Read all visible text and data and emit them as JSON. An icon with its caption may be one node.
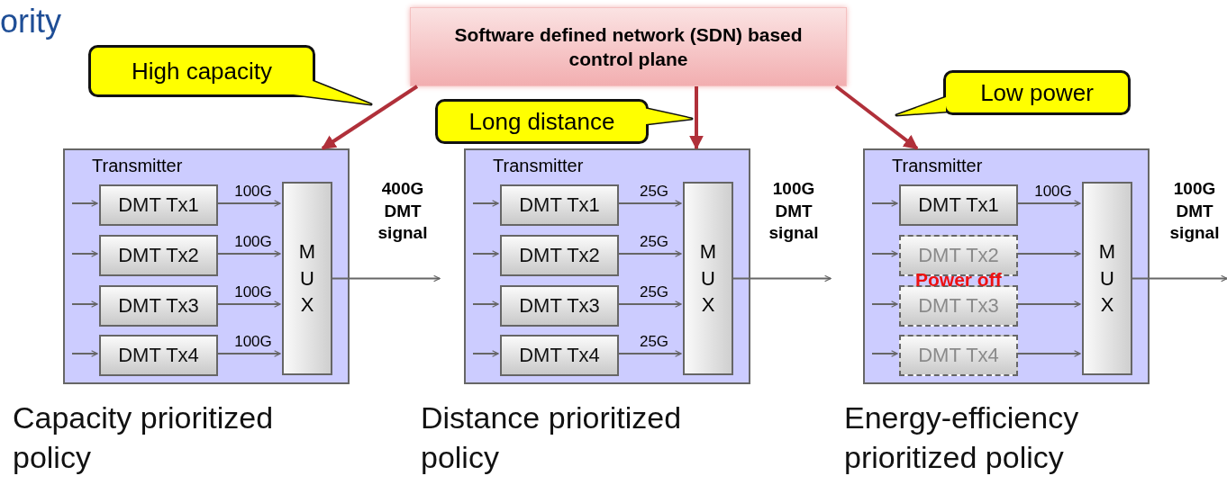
{
  "diagram": {
    "title": "ority",
    "nodes": [
      {
        "text": [
          "Software defined network (SDN) based control plane"
        ]
      },
      {
        "text": [
          "High capacity"
        ]
      },
      {
        "text": [
          "Long distance"
        ]
      },
      {
        "text": [
          "Low power"
        ]
      },
      {
        "text": [
          "Transmitter"
        ],
        "beside": [
          "Capacity prioritized policy"
        ]
      },
      {
        "text": [
          "DMT Tx1"
        ],
        "in": 4
      },
      {
        "text": [
          "DMT Tx2"
        ],
        "in": 4
      },
      {
        "text": [
          "DMT Tx3"
        ],
        "in": 4
      },
      {
        "text": [
          "DMT Tx4"
        ],
        "in": 4
      },
      {
        "text": [
          "M U X"
        ],
        "in": 4
      },
      {
        "text": [
          "400G DMT signal"
        ]
      },
      {
        "text": [
          "Transmitter"
        ],
        "beside": [
          "Distance prioritized policy"
        ]
      },
      {
        "text": [
          "DMT Tx1"
        ],
        "in": 11
      },
      {
        "text": [
          "DMT Tx2"
        ],
        "in": 11
      },
      {
        "text": [
          "DMT Tx3"
        ],
        "in": 11
      },
      {
        "text": [
          "DMT Tx4"
        ],
        "in": 11
      },
      {
        "text": [
          "M U X"
        ],
        "in": 11
      },
      {
        "text": [
          "100G DMT signal"
        ]
      },
      {
        "text": [
          "Transmitter"
        ],
        "beside": [
          "Energy-efficiency prioritized policy"
        ]
      },
      {
        "text": [
          "DMT Tx1"
        ],
        "in": 18
      },
      {
        "text": [
          "DMT Tx2"
        ],
        "in": 18
      },
      {
        "text": [
          "DMT Tx3"
        ],
        "in": 18
      },
      {
        "text": [
          "DMT Tx4"
        ],
        "in": 18
      },
      {
        "text": [
          "M U X"
        ],
        "in": 18
      },
      {
        "text": [
          "100G DMT signal"
        ]
      }
    ],
    "edges": [
      {
        "from": 0,
        "to": 4,
        "arrow": "to",
        "color": "#b0303a"
      },
      {
        "from": 0,
        "to": 11,
        "arrow": "to",
        "color": "#b0303a"
      },
      {
        "from": 0,
        "to": 18,
        "arrow": "to",
        "color": "#b0303a"
      },
      {
        "from": null,
        "to": 5,
        "arrow": "to"
      },
      {
        "from": null,
        "to": 6,
        "arrow": "to"
      },
      {
        "from": null,
        "to": 7,
        "arrow": "to"
      },
      {
        "from": null,
        "to": 8,
        "arrow": "to"
      },
      {
        "from": 5,
        "to": 9,
        "arrow": "to",
        "label": "100G"
      },
      {
        "from": 6,
        "to": 9,
        "arrow": "to",
        "label": "100G"
      },
      {
        "from": 7,
        "to": 9,
        "arrow": "to",
        "label": "100G"
      },
      {
        "from": 8,
        "to": 9,
        "arrow": "to",
        "label": "100G"
      },
      {
        "from": 9,
        "to": 10,
        "arrow": "to"
      },
      {
        "from": null,
        "to": 12,
        "arrow": "to"
      },
      {
        "from": null,
        "to": 13,
        "arrow": "to"
      },
      {
        "from": null,
        "to": 14,
        "arrow": "to"
      },
      {
        "from": null,
        "to": 15,
        "arrow": "to"
      },
      {
        "from": 12,
        "to": 16,
        "arrow": "to",
        "label": "25G"
      },
      {
        "from": 13,
        "to": 16,
        "arrow": "to",
        "label": "25G"
      },
      {
        "from": 14,
        "to": 16,
        "arrow": "to",
        "label": "25G"
      },
      {
        "from": 15,
        "to": 16,
        "arrow": "to",
        "label": "25G"
      },
      {
        "from": 16,
        "to": 17,
        "arrow": "to"
      },
      {
        "from": null,
        "to": 19,
        "arrow": "to"
      },
      {
        "from": null,
        "to": 20,
        "arrow": "to"
      },
      {
        "from": null,
        "to": 21,
        "arrow": "to"
      },
      {
        "from": null,
        "to": 22,
        "arrow": "to"
      },
      {
        "from": 19,
        "to": 23,
        "arrow": "to",
        "label": "100G"
      },
      {
        "from": 20,
        "to": 23,
        "arrow": "to"
      },
      {
        "from": 21,
        "to": 23,
        "arrow": "to"
      },
      {
        "from": 22,
        "to": 23,
        "arrow": "to"
      },
      {
        "from": 23,
        "to": 24,
        "arrow": "to"
      }
    ],
    "labels": [
      "Power off"
    ]
  }
}
